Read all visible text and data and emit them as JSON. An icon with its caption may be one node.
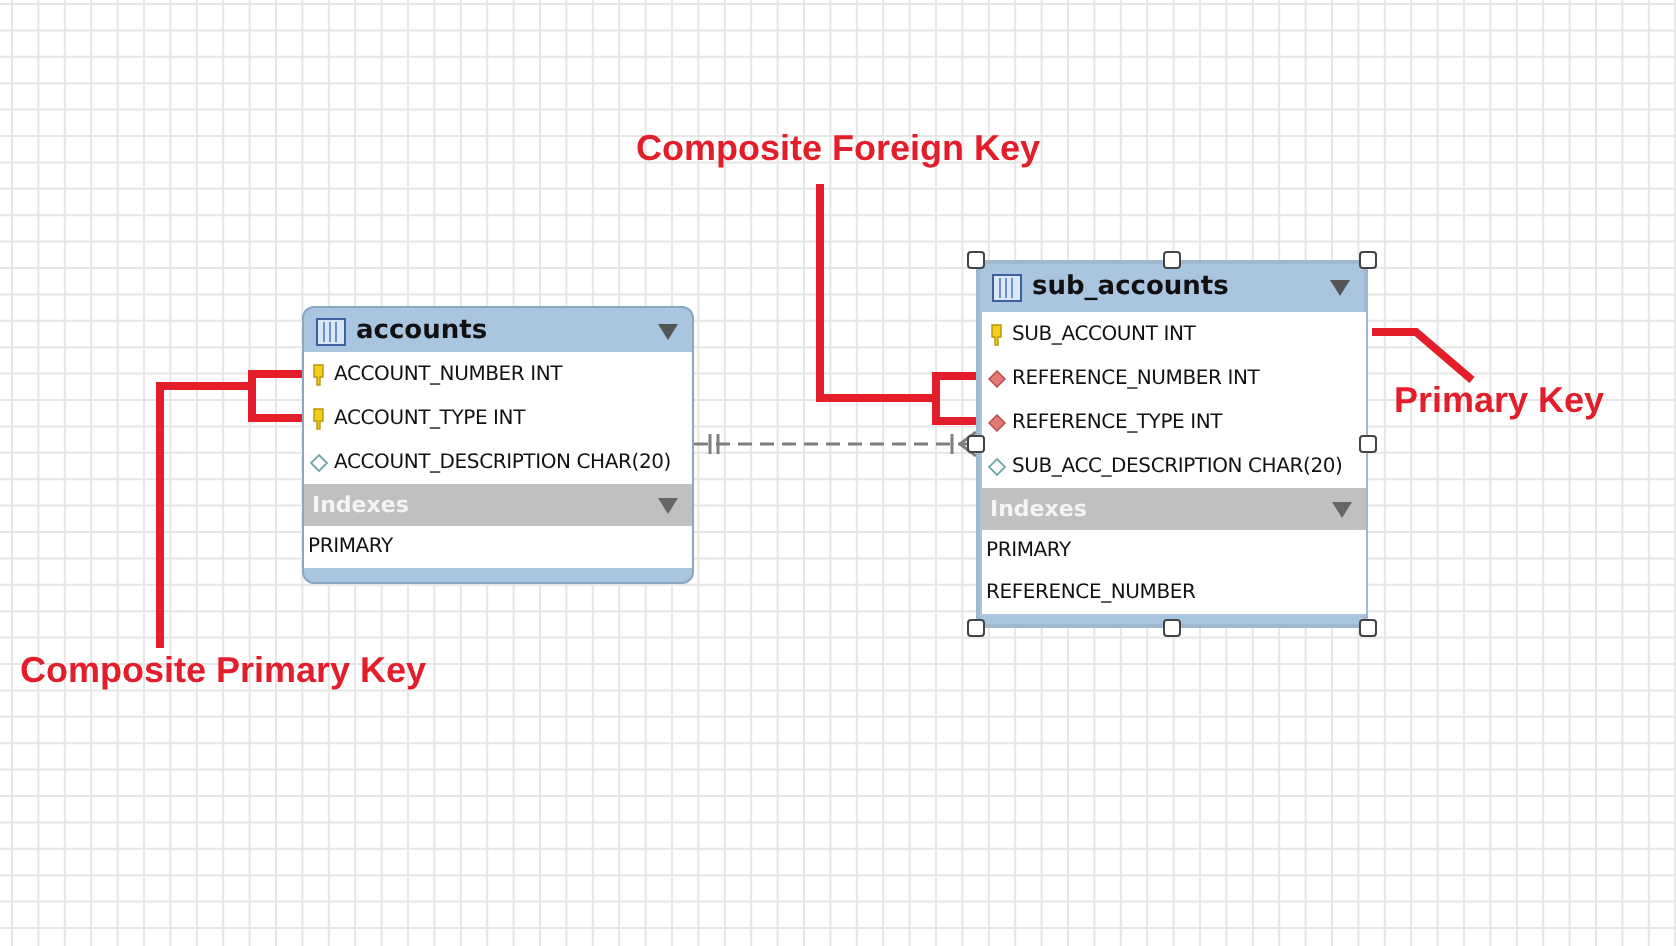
{
  "diagram": {
    "nodes": [
      {
        "text": [
          "accounts"
        ]
      },
      {
        "text": [
          "ACCOUNT_NUMBER INT"
        ],
        "in": 0
      },
      {
        "text": [
          "ACCOUNT_TYPE INT"
        ],
        "in": 0
      },
      {
        "text": [
          "ACCOUNT_DESCRIPTION CHAR(20)"
        ],
        "in": 0
      },
      {
        "text": [
          "Indexes"
        ],
        "in": 0
      },
      {
        "text": [
          "PRIMARY"
        ],
        "in": 0
      },
      {
        "text": [
          "sub_accounts"
        ]
      },
      {
        "text": [
          "SUB_ACCOUNT INT"
        ],
        "in": 6
      },
      {
        "text": [
          "REFERENCE_NUMBER INT"
        ],
        "in": 6
      },
      {
        "text": [
          "REFERENCE_TYPE INT"
        ],
        "in": 6
      },
      {
        "text": [
          "SUB_ACC_DESCRIPTION CHAR(20)"
        ],
        "in": 6
      },
      {
        "text": [
          "Indexes"
        ],
        "in": 6
      },
      {
        "text": [
          "PRIMARY"
        ],
        "in": 6
      },
      {
        "text": [
          "REFERENCE_NUMBER"
        ],
        "in": 6
      },
      {
        "text": [
          "Composite Primary Key"
        ]
      },
      {
        "text": [
          "Composite Foreign Key"
        ]
      },
      {
        "text": [
          "Primary Key"
        ]
      }
    ],
    "edges": [
      {
        "from": 0,
        "to": 6,
        "arrow": "other",
        "style": "dashed",
        "color": "#7f7f7f"
      },
      {
        "from": 14,
        "to": 1,
        "arrow": "none"
      },
      {
        "from": 14,
        "to": 2,
        "arrow": "none"
      },
      {
        "from": 15,
        "to": 8,
        "arrow": "none"
      },
      {
        "from": 15,
        "to": 9,
        "arrow": "none"
      },
      {
        "from": 16,
        "to": 7,
        "arrow": "none"
      }
    ]
  }
}
